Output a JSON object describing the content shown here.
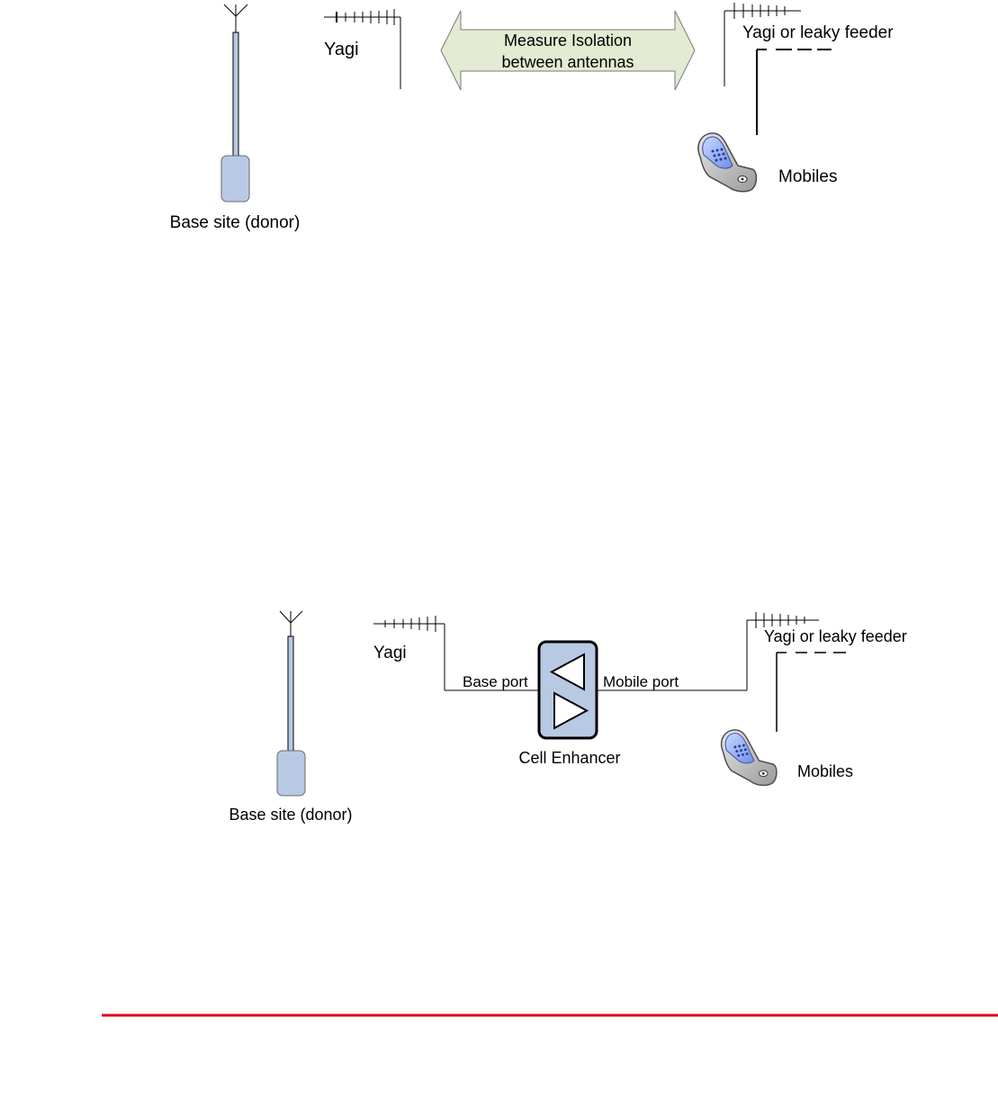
{
  "diagram_top": {
    "base_site_label": "Base site (donor)",
    "yagi_label": "Yagi",
    "arrow_line1": "Measure Isolation",
    "arrow_line2": "between antennas",
    "yagi_or_feeder_label": "Yagi or leaky feeder",
    "mobiles_label": "Mobiles"
  },
  "diagram_bottom": {
    "base_site_label": "Base site (donor)",
    "yagi_label": "Yagi",
    "base_port_label": "Base port",
    "mobile_port_label": "Mobile port",
    "cell_enhancer_label": "Cell Enhancer",
    "yagi_or_feeder_label": "Yagi or leaky feeder",
    "mobiles_label": "Mobiles"
  },
  "colors": {
    "mast_fill": "#b8c9e4",
    "arrow_fill": "#e3ebd2",
    "enhancer_fill": "#b8c9e4",
    "footer_rule": "#e2001a"
  }
}
